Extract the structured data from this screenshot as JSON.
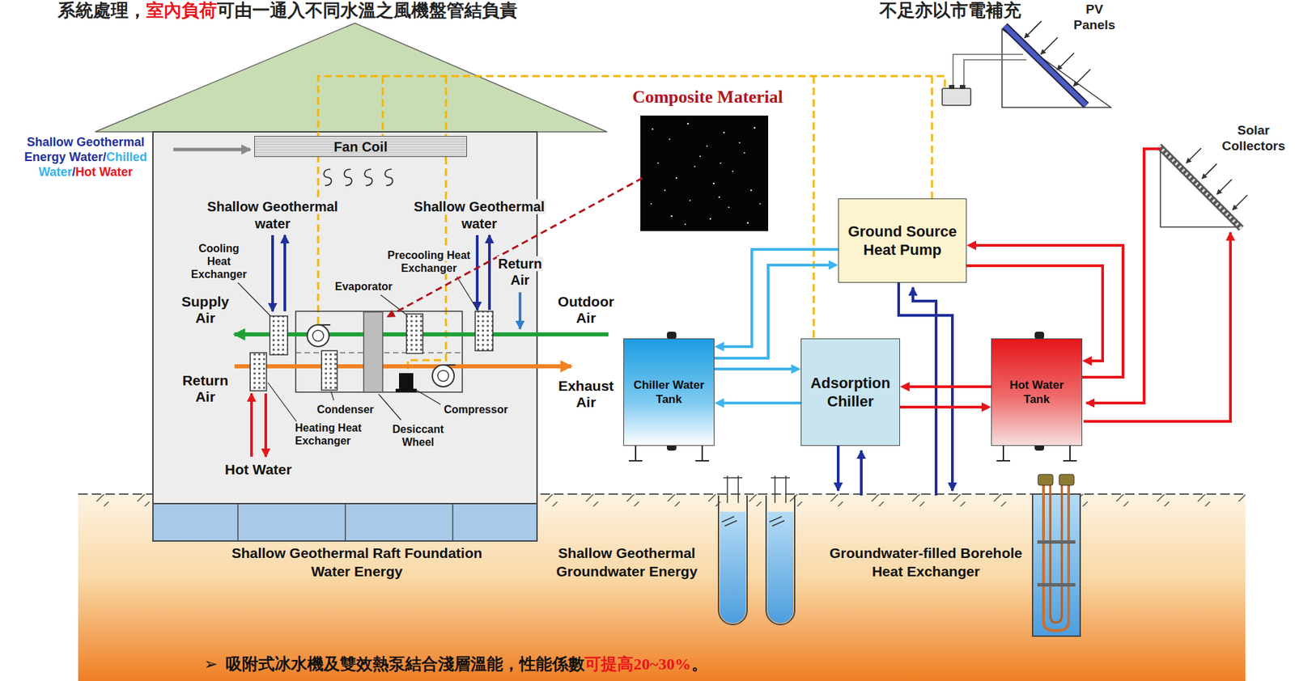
{
  "diagram": {
    "nodes": [
      {
        "text": [
          "Fan Coil"
        ]
      },
      {
        "text": [
          "Ground Source Heat Pump"
        ]
      },
      {
        "text": [
          "Chiller Water Tank"
        ]
      },
      {
        "text": [
          "Adsorption Chiller"
        ]
      },
      {
        "text": [
          "Hot Water Tank"
        ]
      }
    ],
    "edges": [
      {
        "from": 1,
        "to": 2,
        "arrow": "to"
      },
      {
        "from": 2,
        "to": 1,
        "arrow": "to"
      },
      {
        "from": 2,
        "to": 3,
        "arrow": "to"
      },
      {
        "from": 3,
        "to": 2,
        "arrow": "to"
      },
      {
        "from": 4,
        "to": 3,
        "arrow": "to"
      },
      {
        "from": 3,
        "to": 4,
        "arrow": "to"
      },
      {
        "from": 1,
        "to": 4,
        "arrow": "to"
      },
      {
        "from": 4,
        "to": 1,
        "arrow": "to"
      }
    ],
    "labels": [
      "系統處理，",
      "室內負荷",
      "可由一通入不同水溫之風機盤管結負責",
      "不足亦以市電補充",
      "PV Panels",
      "Solar Collectors",
      "Composite Material",
      "Shallow Geothermal Energy Water/",
      "Chilled Water",
      "/",
      "Hot Water",
      "Shallow Geothermal water",
      "Shallow Geothermal water",
      "Cooling Heat Exchanger",
      "Precooling Heat Exchanger",
      "Evaporator",
      "Return Air",
      "Supply Air",
      "Outdoor Air",
      "Return Air",
      "Exhaust Air",
      "Condenser",
      "Heating Heat Exchanger",
      "Desiccant Wheel",
      "Compressor",
      "Hot Water",
      "Shallow Geothermal Raft Foundation Water Energy",
      "Shallow Geothermal Groundwater Energy",
      "Groundwater-filled Borehole Heat Exchanger",
      "➢",
      "吸附式冰水機及雙效熱泵結合淺層溫能，性能係數",
      "可提高20~30%",
      "。"
    ]
  }
}
